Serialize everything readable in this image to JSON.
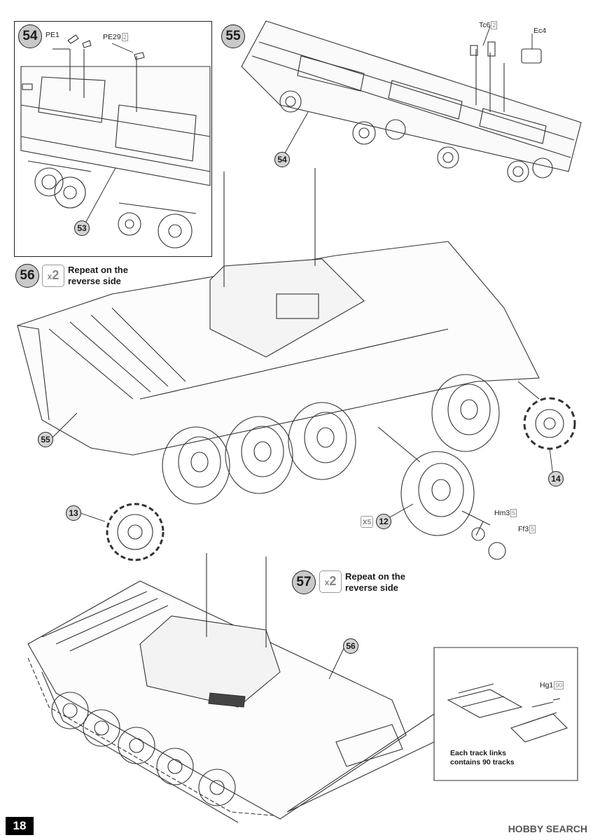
{
  "page_number": "18",
  "watermark": "HOBBY SEARCH",
  "steps": {
    "s54": {
      "number": "54",
      "parts": [
        {
          "code": "PE1",
          "qty": ""
        },
        {
          "code": "PE29",
          "qty": "2"
        }
      ],
      "callout": "53"
    },
    "s55": {
      "number": "55",
      "parts": [
        {
          "code": "Tc6",
          "qty": "2"
        },
        {
          "code": "Ec4",
          "qty": ""
        }
      ],
      "callout": "54"
    },
    "s56": {
      "number": "56",
      "multiplier": "2",
      "repeat_text": "Repeat on the reverse side",
      "callouts": {
        "c55": "55",
        "c13": "13",
        "c14": "14",
        "c12": "12"
      },
      "wheel_mult": "5",
      "parts": [
        {
          "code": "Hm3",
          "qty": "5"
        },
        {
          "code": "Ff3",
          "qty": "5"
        }
      ]
    },
    "s57": {
      "number": "57",
      "multiplier": "2",
      "repeat_text": "Repeat on the reverse side",
      "callout": "56",
      "track": {
        "code": "Hg1",
        "qty": "90",
        "note": "Each track links contains 90 tracks"
      }
    }
  },
  "colors": {
    "ink": "#222222",
    "badge": "#c9c9c9",
    "qty_grey": "#888888"
  }
}
